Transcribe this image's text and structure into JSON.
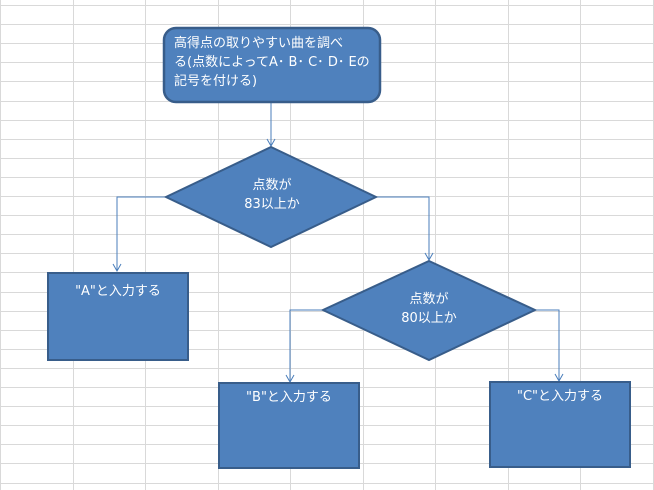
{
  "diagram": {
    "start": {
      "lines": [
        "高得点の取りやすい曲を調べ",
        "る(点数によってA･ B･ C･ D･ Eの",
        "記号を付ける)"
      ]
    },
    "decision1": {
      "lines": [
        "点数が",
        "83以上か"
      ]
    },
    "decision2": {
      "lines": [
        "点数が",
        "80以上か"
      ]
    },
    "process_a": {
      "label": "\"A\"と入力する"
    },
    "process_b": {
      "label": "\"B\"と入力する"
    },
    "process_c": {
      "label": "\"C\"と入力する"
    },
    "colors": {
      "shape_fill": "#4f81bd",
      "shape_border": "#385d8a",
      "connector": "#4a7ebb",
      "text": "#ffffff",
      "grid": "#d9d9d9"
    }
  }
}
